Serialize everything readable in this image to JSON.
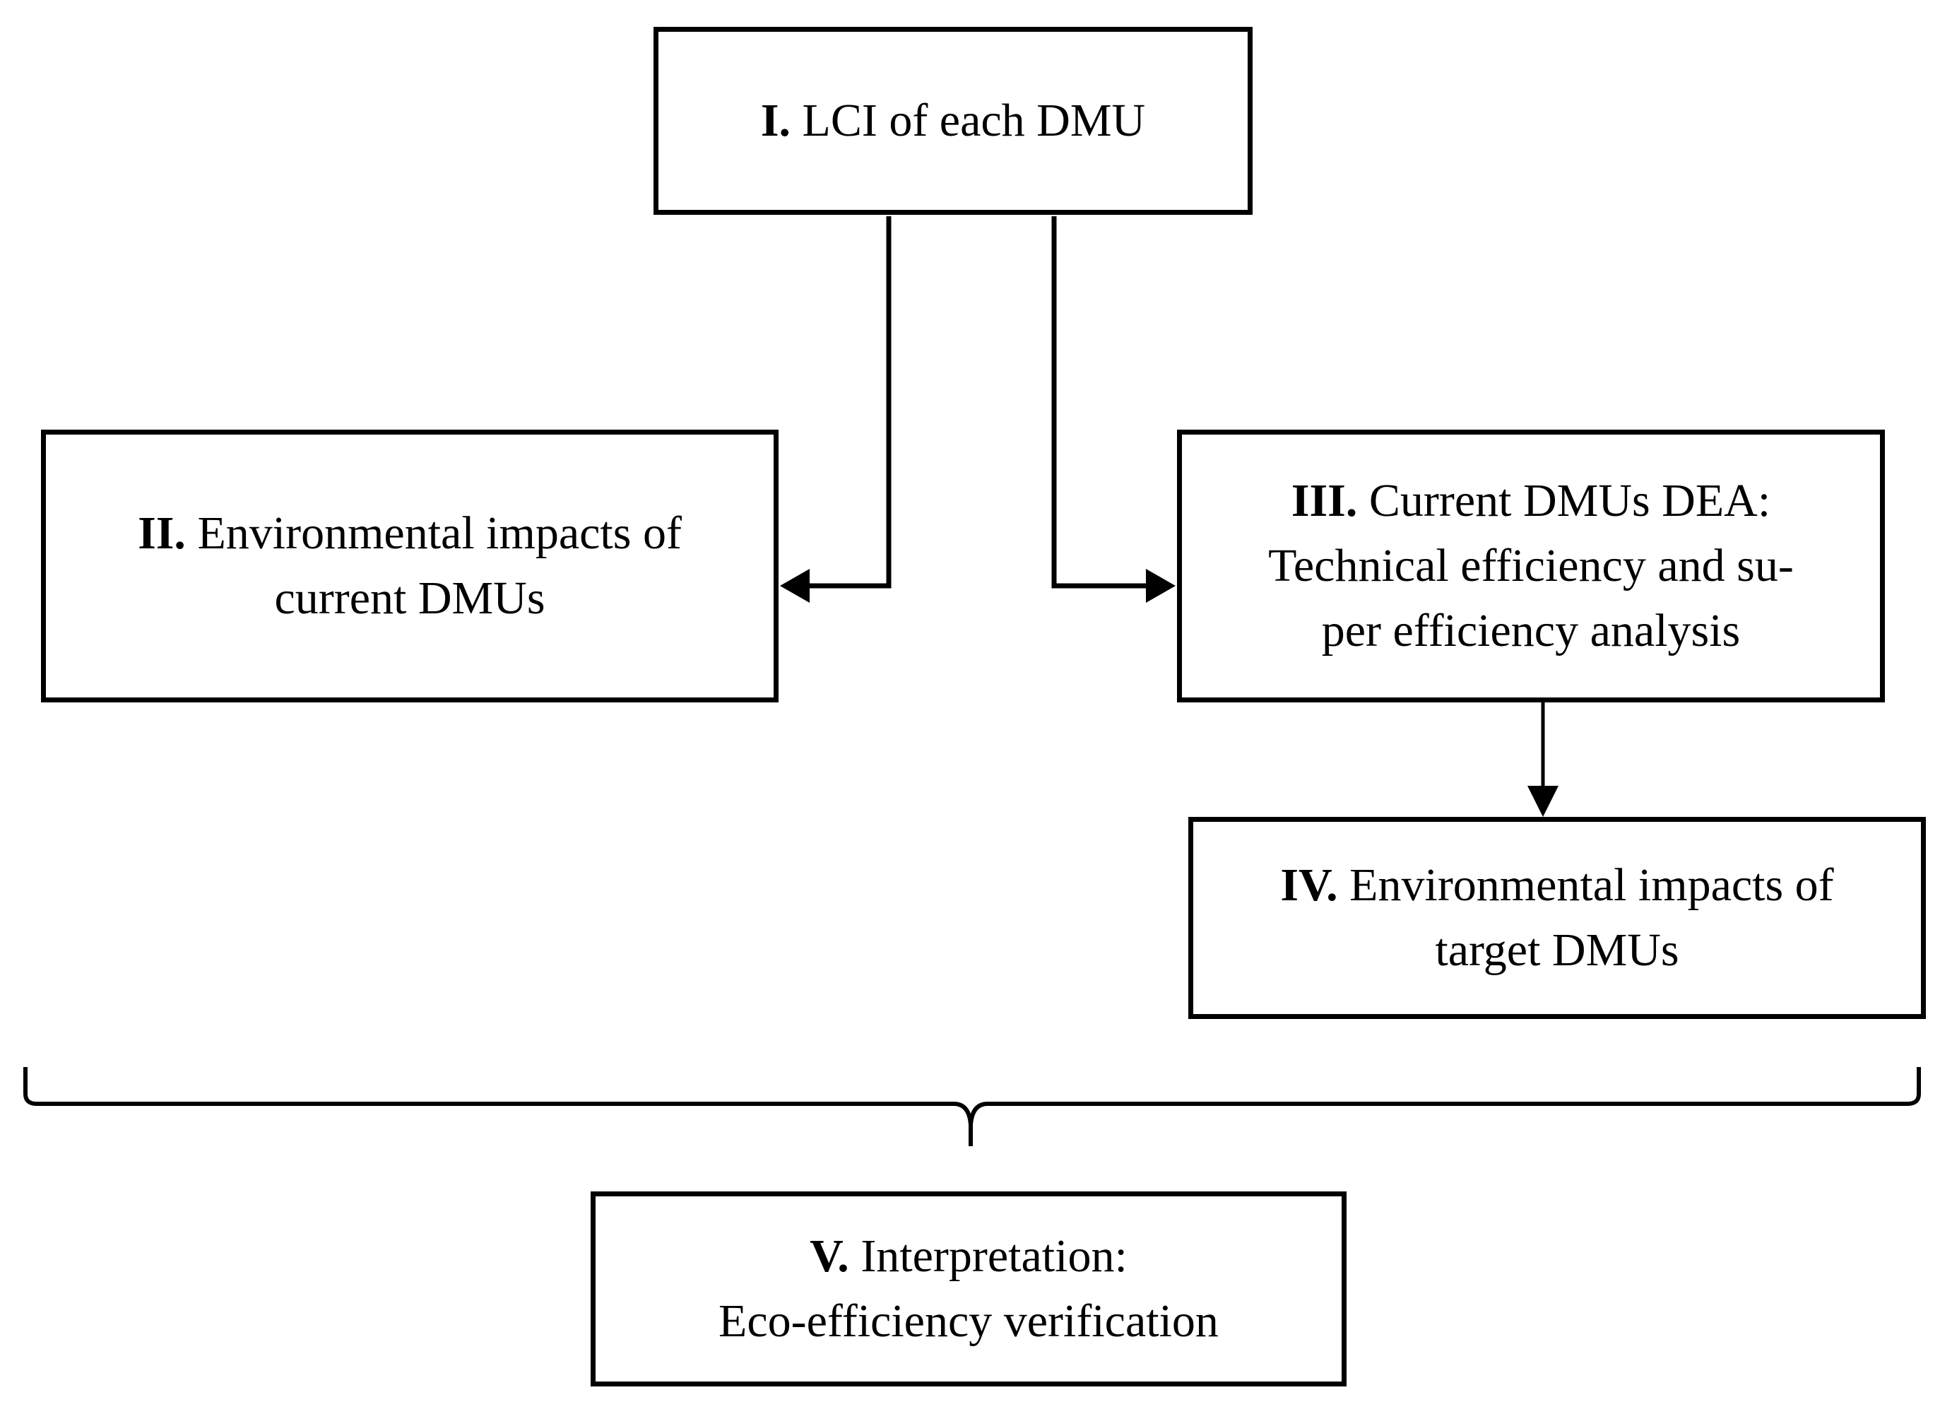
{
  "diagram": {
    "type": "flowchart",
    "nodes": [
      {
        "id": "I",
        "number": "I.",
        "lines": [
          "LCI of each DMU"
        ]
      },
      {
        "id": "II",
        "number": "II.",
        "lines": [
          "Environmental impacts of",
          "current DMUs"
        ]
      },
      {
        "id": "III",
        "number": "III.",
        "lines": [
          "Current DMUs DEA:",
          "Technical efficiency and su-",
          "per efficiency analysis"
        ]
      },
      {
        "id": "IV",
        "number": "IV.",
        "lines": [
          "Environmental impacts of",
          "target DMUs"
        ]
      },
      {
        "id": "V",
        "number": "V.",
        "lines": [
          "Interpretation:",
          "Eco-efficiency verification"
        ]
      }
    ],
    "edges": [
      {
        "from": "I",
        "to": "II",
        "kind": "arrow"
      },
      {
        "from": "I",
        "to": "III",
        "kind": "arrow"
      },
      {
        "from": "III",
        "to": "IV",
        "kind": "arrow"
      },
      {
        "from": [
          "I",
          "II",
          "III",
          "IV"
        ],
        "to": "V",
        "kind": "brace"
      }
    ],
    "colors": {
      "stroke": "#000000",
      "background": "#ffffff"
    }
  }
}
